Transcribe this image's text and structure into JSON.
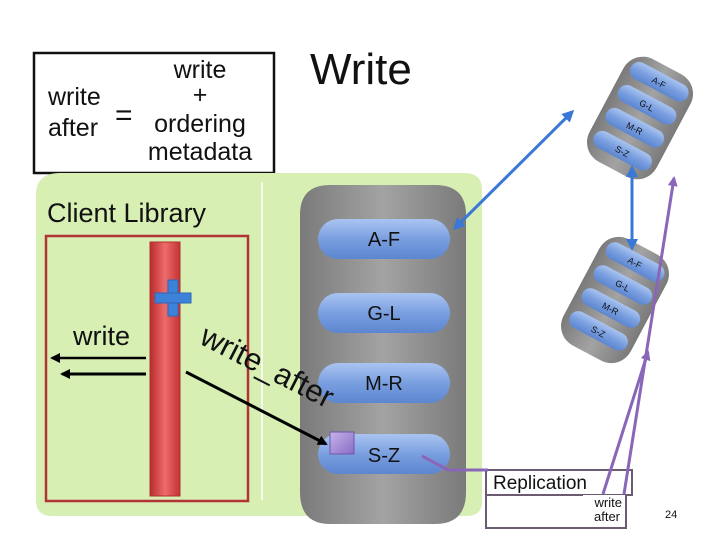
{
  "slide": {
    "title": "Write",
    "page_number": "24"
  },
  "equation": {
    "lhs_line1": "write",
    "lhs_line2": "after",
    "equals": "=",
    "rhs_line1": "write",
    "rhs_line2": "+",
    "rhs_line3": "ordering",
    "rhs_line4": "metadata"
  },
  "client": {
    "label": "Client Library",
    "write_label": "write",
    "write_after_label": "write_after"
  },
  "shards": {
    "af": "A-F",
    "gl": "G-L",
    "mr": "M-R",
    "sz": "S-Z"
  },
  "small_shards": {
    "af": "A-F",
    "gl": "G-L",
    "mr": "M-R",
    "sz": "S-Z"
  },
  "replication": {
    "label": "Replication",
    "line1": "write",
    "line2": "after"
  },
  "colors": {
    "client_bg": "#d8efb4",
    "column": "#8c8c8c",
    "pill": "#7a9fe0",
    "red_bar": "#e04848",
    "blue_arrow": "#3a78d8",
    "purple_arrow": "#8a66b8"
  }
}
